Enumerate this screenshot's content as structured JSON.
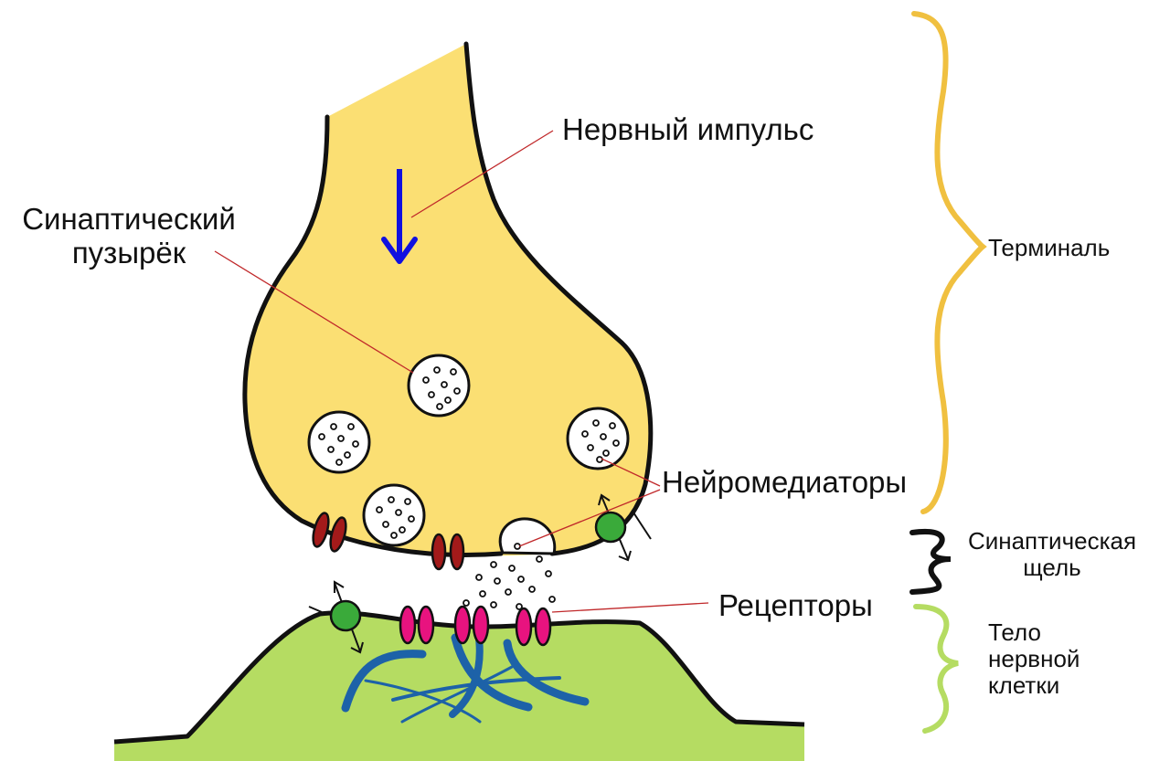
{
  "labels": {
    "nerve_impulse": "Нервный импульс",
    "synaptic_vesicle": [
      "Синаптический",
      "пузырёк"
    ],
    "neurotransmitters": "Нейромедиаторы",
    "receptors": "Рецепторы",
    "terminal": "Терминаль",
    "synaptic_cleft": [
      "Синаптическая",
      "щель"
    ],
    "cell_body": [
      "Тело",
      "нервной",
      "клетки"
    ]
  },
  "colors": {
    "terminal_fill": "#fbdf73",
    "cell_fill": "#b5dc62",
    "outline": "#111111",
    "impulse_arrow": "#1010e0",
    "pointer_line": "#c0282a",
    "vesicle_fill": "#ffffff",
    "channel_dark_red": "#a31a1a",
    "receptor_pink": "#e8137f",
    "transporter_green": "#3aaa3a",
    "cytoskeleton_blue": "#1d62a8",
    "brace_terminal": "#f0c040",
    "brace_cleft": "#111111",
    "brace_cell": "#b5dc62"
  },
  "icons": [
    "down-arrow-icon",
    "curly-brace-icon"
  ]
}
